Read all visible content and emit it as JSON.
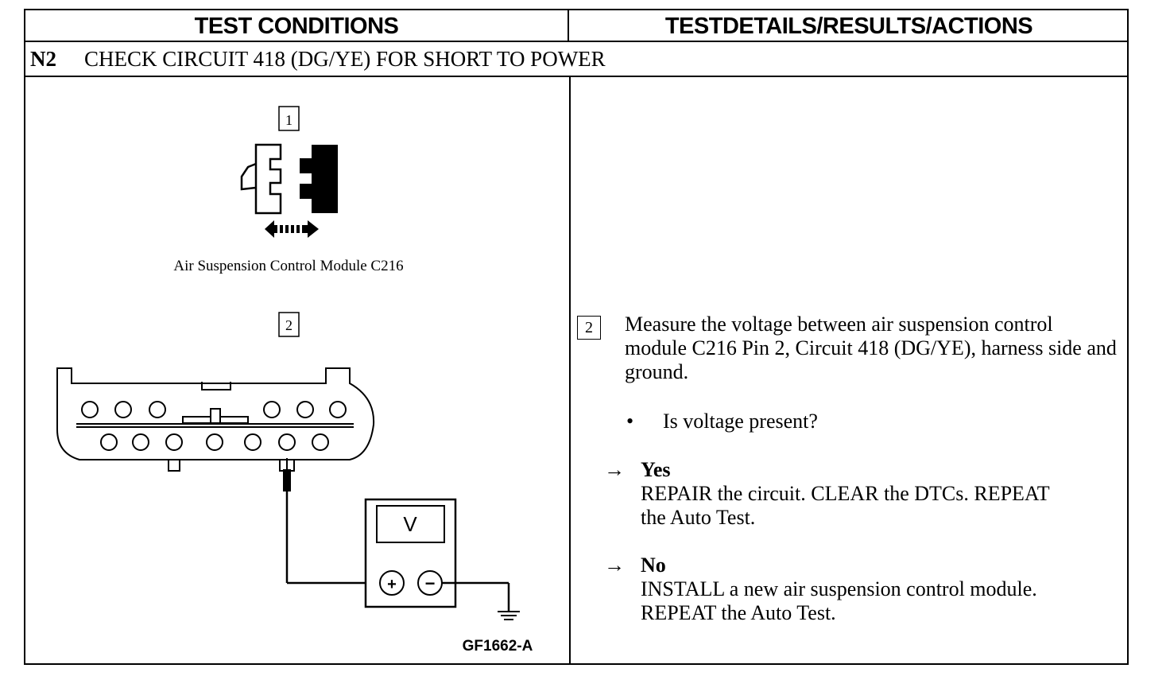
{
  "header": {
    "left": "TEST CONDITIONS",
    "right": "TESTDETAILS/RESULTS/ACTIONS"
  },
  "step": {
    "id": "N2",
    "title": "CHECK CIRCUIT 418 (DG/YE) FOR SHORT TO POWER"
  },
  "diagram": {
    "step1_number": "1",
    "connector_caption": "Air Suspension Control Module C216",
    "step2_number": "2",
    "meter_label": "V",
    "plus_symbol": "+",
    "minus_symbol": "−",
    "figure_code": "GF1662-A"
  },
  "details": {
    "step_number": "2",
    "instruction": "Measure the voltage between air suspension control module C216 Pin 2, Circuit 418 (DG/YE), harness side and ground.",
    "bullet_symbol": "•",
    "question": "Is voltage present?",
    "arrow_symbol": "→",
    "yes_label": "Yes",
    "yes_action": "REPAIR the circuit. CLEAR the DTCs. REPEAT the Auto Test.",
    "no_label": "No",
    "no_action": "INSTALL a new air suspension control module. REPEAT the Auto Test."
  }
}
